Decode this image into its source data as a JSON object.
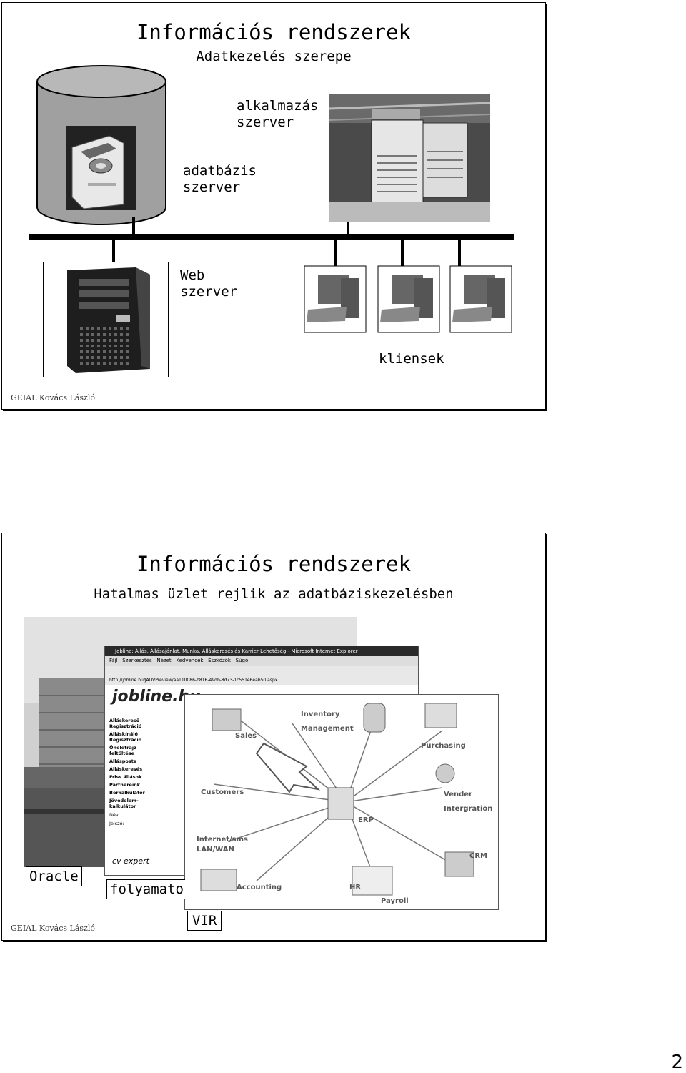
{
  "slide1": {
    "title": "Információs rendszerek",
    "subtitle": "Adatkezelés szerepe",
    "app_server_label": "alkalmazás\nszerver",
    "db_server_label": "adatbázis\nszerver",
    "web_server_label": "Web\nszerver",
    "clients_label": "kliensek",
    "footer": "GEIAL Kovács László"
  },
  "slide2": {
    "title": "Információs rendszerek",
    "subtitle": "Hatalmas üzlet rejlik az adatbáziskezelésben",
    "browser": {
      "title": "Jobline: Állás, Állásajánlat, Munka, Álláskeresés és Karrier Lehetőség - Microsoft Internet Explorer",
      "menu": [
        "Fájl",
        "Szerkesztés",
        "Nézet",
        "Kedvencek",
        "Eszközök",
        "Súgó"
      ],
      "address": "http://jobline.hu/JADVPreview/aa110086-b816-49db-8d73-1c551e6eab50.aspx",
      "logo": "jobline.hu",
      "sidebar": [
        "Álláskereső Regisztráció",
        "Álláskínáló Regisztráció",
        "Önéletrajz feltöltése",
        "Állásposta",
        "Álláskeresés",
        "Friss állások",
        "Partnereink",
        "Bérkalkulátor",
        "Jövedelem-kalkulátor"
      ],
      "login_labels": [
        "Név:",
        "Jelszó:"
      ],
      "cv_logo": "cv expert"
    },
    "erp": {
      "center": "ERP",
      "nodes": [
        "Inventory\nManagement",
        "Sales",
        "Purchasing",
        "Customers",
        "Vender\nIntergration",
        "Internet/sms\nLAN/WAN",
        "CRM",
        "Accounting",
        "HR",
        "Payroll"
      ]
    },
    "oracle_label": "Oracle",
    "process_label": "folyamato",
    "vir_label": "VIR",
    "footer": "GEIAL Kovács László"
  },
  "page_number": "2",
  "colors": {
    "ink": "#000000",
    "gray": "#888888",
    "light": "#cccccc",
    "dark": "#333333"
  }
}
